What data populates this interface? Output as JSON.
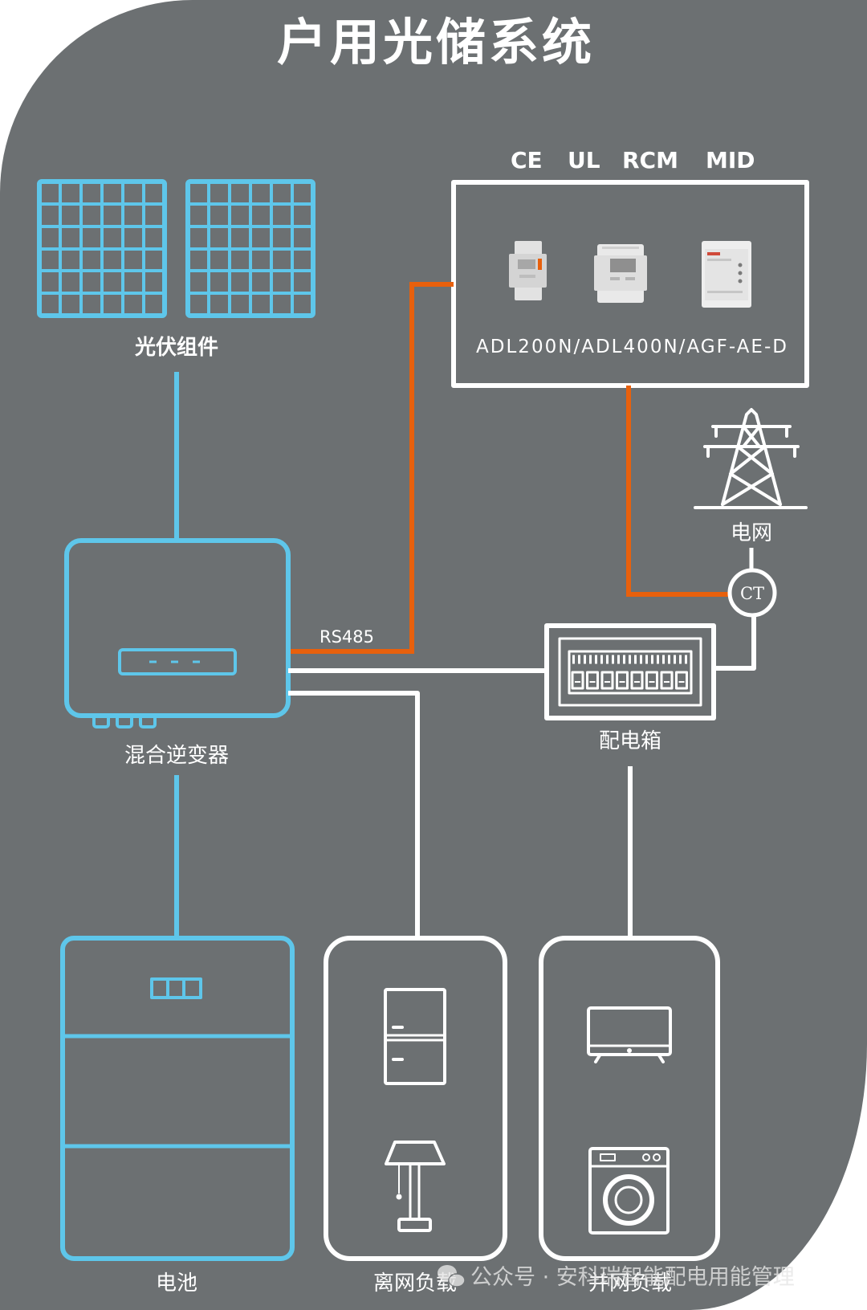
{
  "title": "户用光储系统",
  "certifications": [
    "CE",
    "UL",
    "RCM",
    "MID"
  ],
  "meter_box": {
    "model": "ADL200N/ADL400N/AGF-AE-D"
  },
  "labels": {
    "pv": "光伏组件",
    "inverter": "混合逆变器",
    "battery": "电池",
    "offgrid_load": "离网负载",
    "grid_load": "并网负载",
    "distribution_box": "配电箱",
    "grid": "电网",
    "ct": "CT",
    "rs485": "RS485"
  },
  "watermark": "公众号 · 安科瑞智能配电用能管理",
  "icons": {
    "pv": "solar-panel-icon",
    "inverter": "hybrid-inverter-icon",
    "battery": "battery-icon",
    "grid": "power-tower-icon",
    "distribution_box": "breaker-panel-icon",
    "offgrid_load": [
      "refrigerator-icon",
      "floor-lamp-icon"
    ],
    "grid_load": [
      "tv-icon",
      "washing-machine-icon"
    ],
    "meters": [
      "din-rail-meter-icon",
      "din-rail-meter-icon",
      "din-rail-meter-icon"
    ],
    "watermark": "wechat-icon"
  },
  "colors": {
    "background": "#6c7072",
    "device_blue": "#5ec6ea",
    "comm_orange": "#e8600c",
    "power_line": "#ffffff"
  }
}
